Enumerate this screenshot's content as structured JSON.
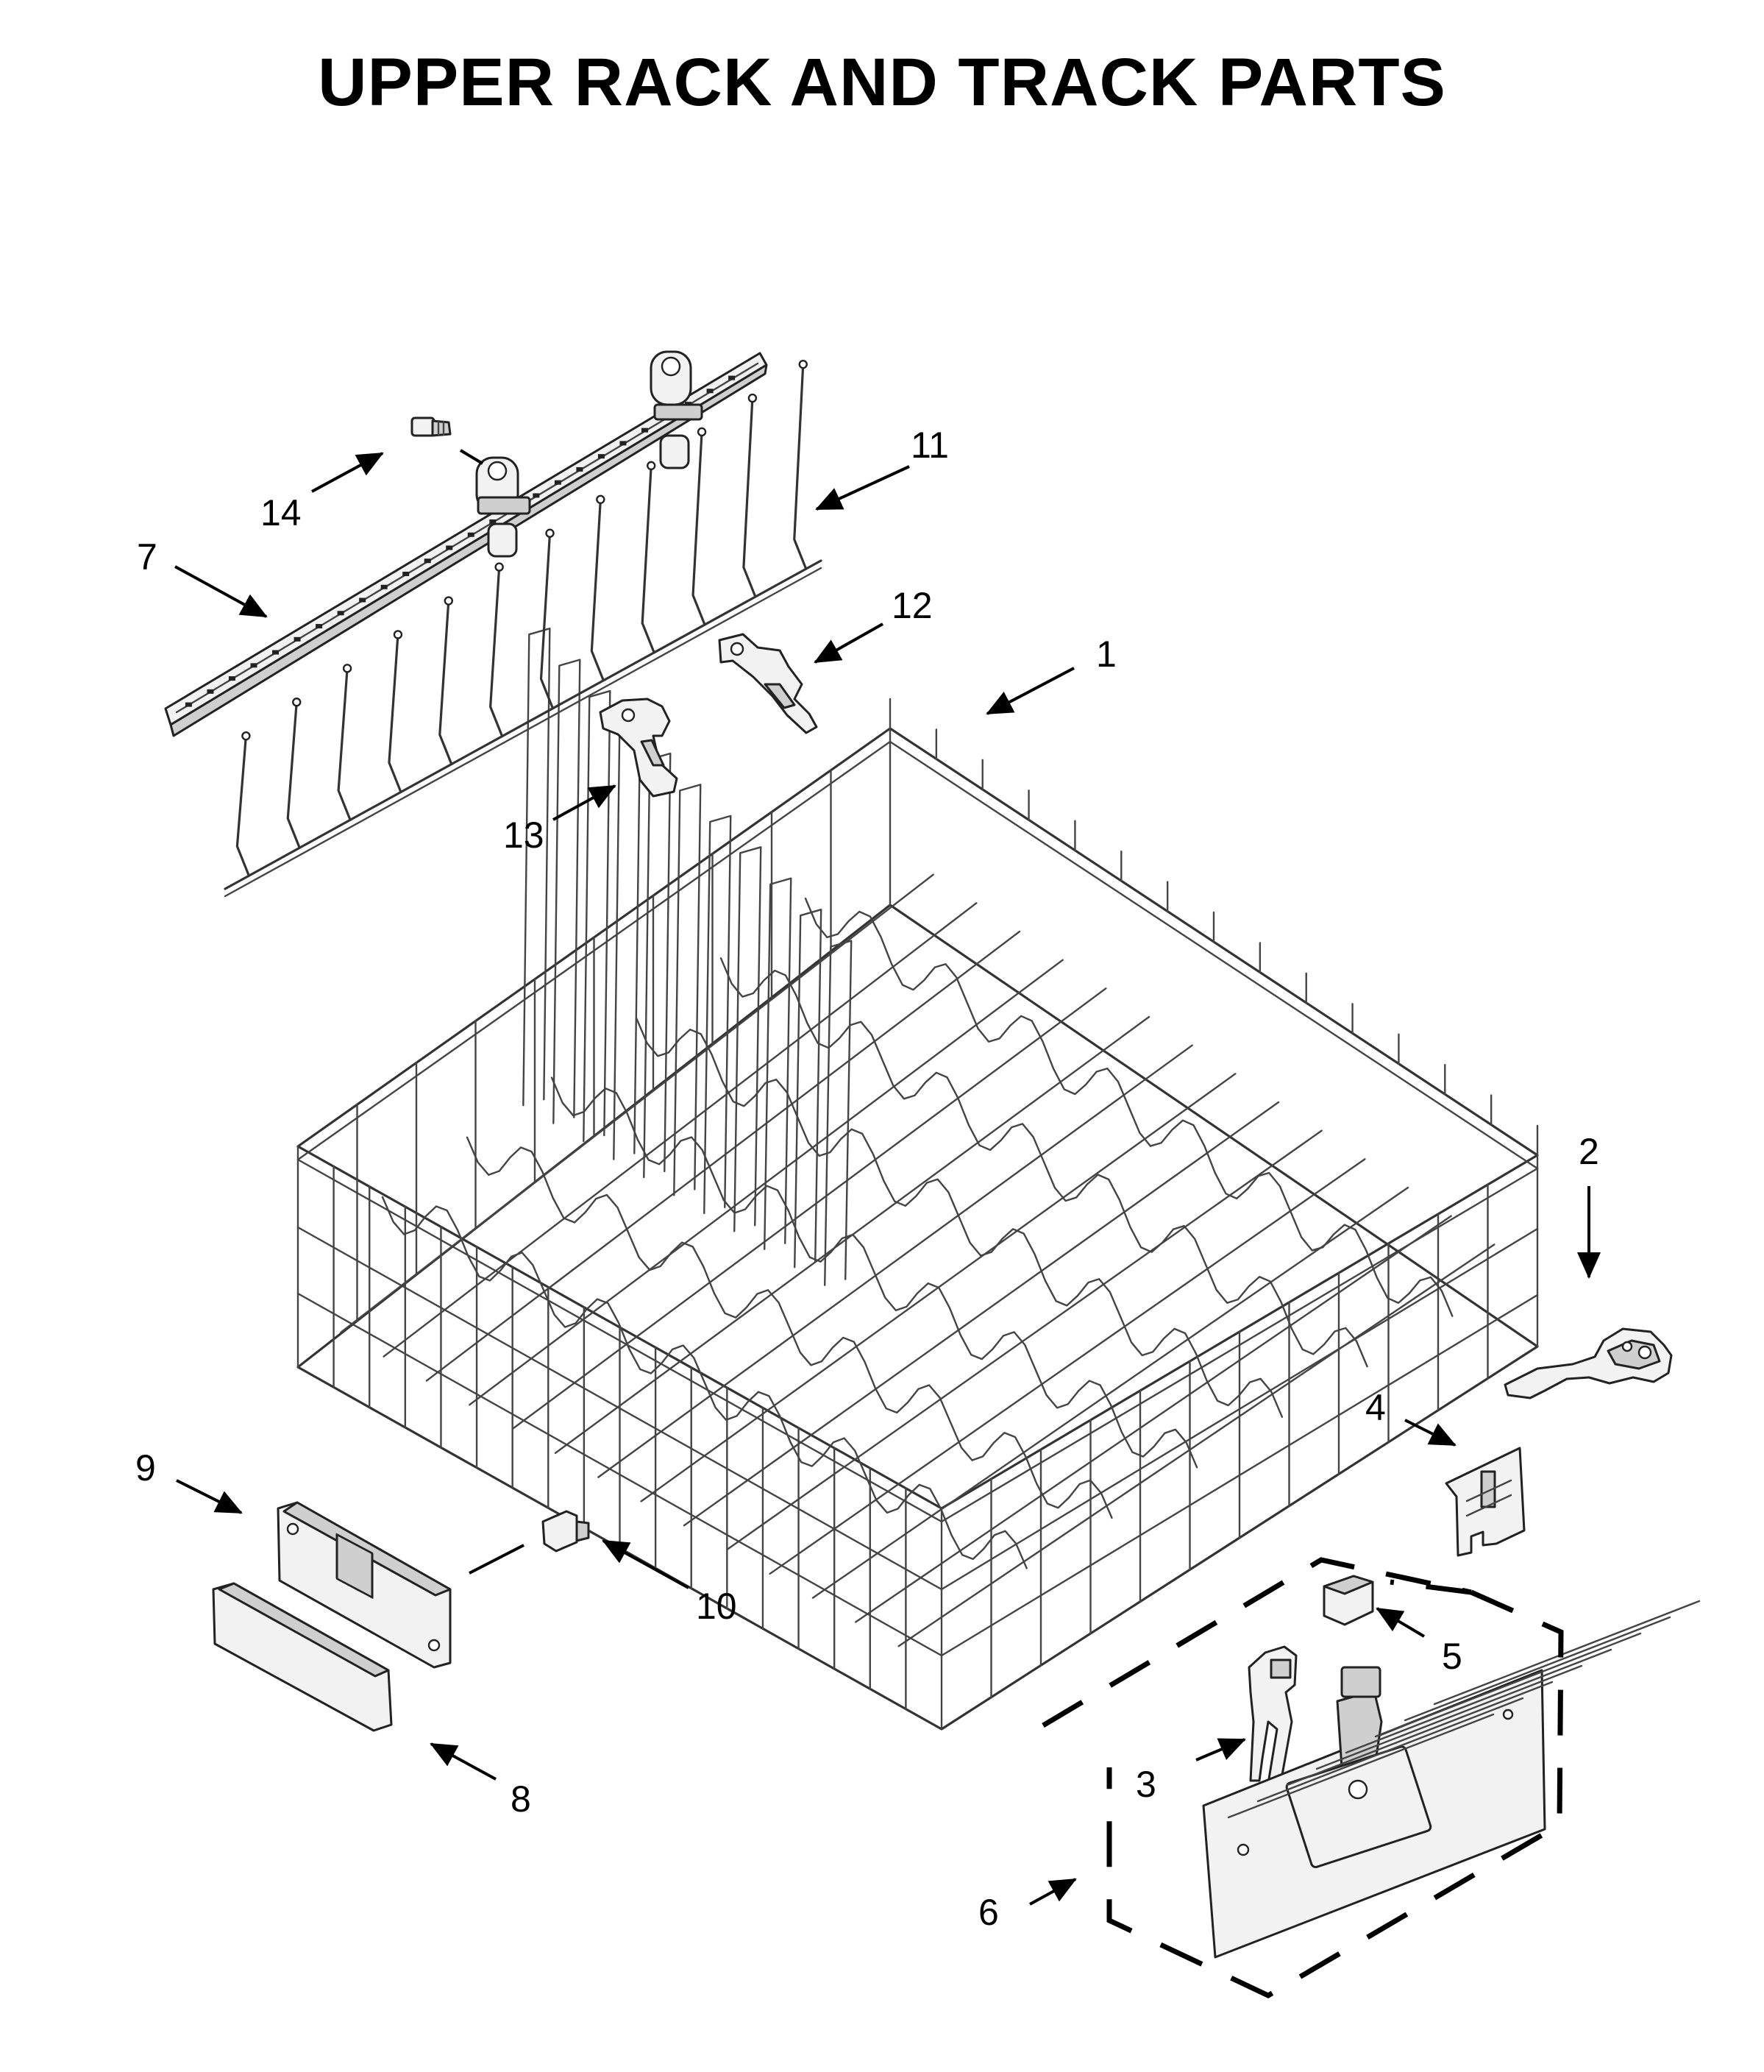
{
  "title": "UPPER RACK AND TRACK PARTS",
  "callouts": [
    {
      "id": "1",
      "label": "1"
    },
    {
      "id": "2",
      "label": "2"
    },
    {
      "id": "3",
      "label": "3"
    },
    {
      "id": "4",
      "label": "4"
    },
    {
      "id": "5",
      "label": "5"
    },
    {
      "id": "6",
      "label": "6"
    },
    {
      "id": "7",
      "label": "7"
    },
    {
      "id": "8",
      "label": "8"
    },
    {
      "id": "9",
      "label": "9"
    },
    {
      "id": "10",
      "label": "10"
    },
    {
      "id": "11",
      "label": "11"
    },
    {
      "id": "12",
      "label": "12"
    },
    {
      "id": "13",
      "label": "13"
    },
    {
      "id": "14",
      "label": "14"
    }
  ]
}
